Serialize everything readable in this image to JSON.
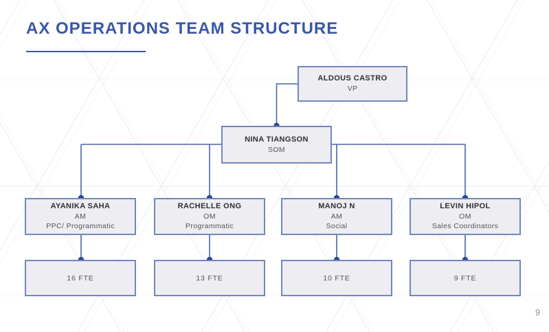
{
  "title": "AX OPERATIONS TEAM STRUCTURE",
  "page_number": "9",
  "colors": {
    "title_blue": "#3A57A7",
    "box_fill": "#EDEDF2",
    "box_border": "#7385BE",
    "connector_line": "#4565A8",
    "connector_dot": "#27478F",
    "background_pattern": "#E9E9F0",
    "name_text": "#2E2E36",
    "role_text": "#53535C",
    "page_number_text": "#8F8F95"
  },
  "chart": {
    "vp": {
      "name": "ALDOUS CASTRO",
      "role": "VP"
    },
    "manager": {
      "name": "NINA TIANGSON",
      "role": "SOM"
    },
    "teams": [
      {
        "name": "AYANIKA SAHA",
        "role": "AM",
        "focus": "PPC/ Programmatic",
        "fte": "16 FTE"
      },
      {
        "name": "RACHELLE ONG",
        "role": "OM",
        "focus": "Programmatic",
        "fte": "13 FTE"
      },
      {
        "name": "MANOJ N",
        "role": "AM",
        "focus": "Social",
        "fte": "10 FTE"
      },
      {
        "name": "LEVIN HIPOL",
        "role": "OM",
        "focus": "Sales Coordinators",
        "fte": "9 FTE"
      }
    ]
  }
}
